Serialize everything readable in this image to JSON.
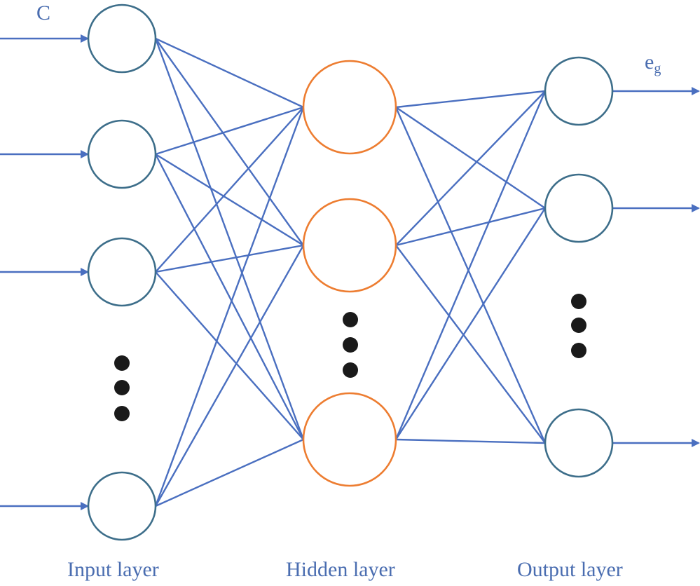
{
  "labels": {
    "input_layer": "Input layer",
    "hidden_layer": "Hidden layer",
    "output_layer": "Output layer",
    "input_symbol": "C",
    "output_symbol_main": "e",
    "output_symbol_sub": "g"
  },
  "colors": {
    "connection": "#4a6fc0",
    "input_node": "#3d6e8a",
    "hidden_node": "#ed7d31",
    "output_node": "#3d6e8a",
    "ellipsis_dot": "#1a1a1a",
    "text": "#4a6db0"
  }
}
